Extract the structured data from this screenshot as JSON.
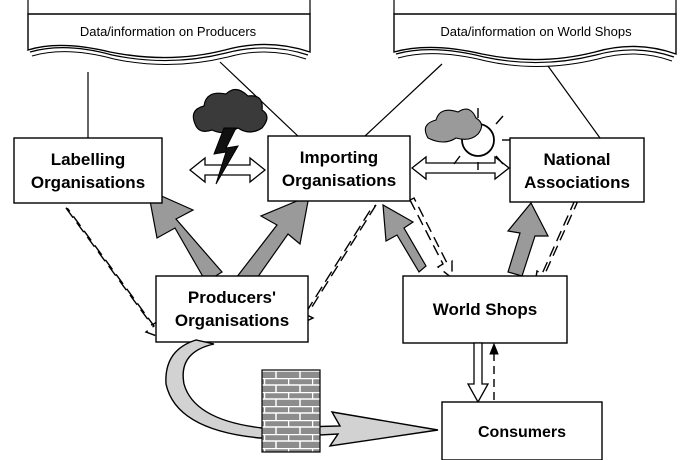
{
  "documents": {
    "producers": "Data/information on Producers",
    "world_shops": "Data/information on World Shops"
  },
  "nodes": {
    "labelling": {
      "line1": "Labelling",
      "line2": "Organisations"
    },
    "importing": {
      "line1": "Importing",
      "line2": "Organisations"
    },
    "national": {
      "line1": "National",
      "line2": "Associations"
    },
    "producers": {
      "line1": "Producers'",
      "line2": "Organisations"
    },
    "world_shops": {
      "line1": "World Shops"
    },
    "consumers": {
      "line1": "Consumers"
    }
  },
  "icons": {
    "storm": "storm-cloud-lightning-icon",
    "sun": "sun-behind-cloud-icon",
    "wall": "brick-wall-icon"
  },
  "colors": {
    "line": "#000000",
    "arrow_fill": "#9a9a9a",
    "curve_fill": "#d2d2d2",
    "brick_fill": "#8c8c8c"
  }
}
